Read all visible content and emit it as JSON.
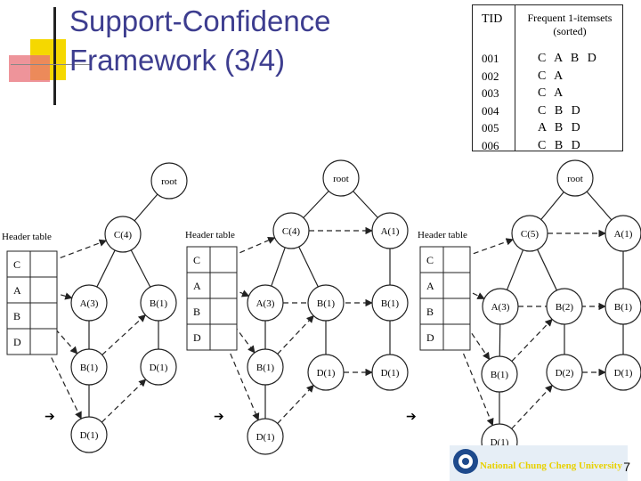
{
  "slide": {
    "title_line1": "Support-Confidence",
    "title_line2": "Framework (3/4)",
    "page_number": "7"
  },
  "tid_table": {
    "col_tid": "TID",
    "col_items_line1": "Frequent 1-itemsets",
    "col_items_line2": "(sorted)",
    "rows": [
      {
        "tid": "001",
        "items": "CABD"
      },
      {
        "tid": "002",
        "items": "CA"
      },
      {
        "tid": "003",
        "items": "CA"
      },
      {
        "tid": "004",
        "items": "CBD"
      },
      {
        "tid": "005",
        "items": "ABD"
      },
      {
        "tid": "006",
        "items": "CBD"
      }
    ]
  },
  "header_table_label": "Header table",
  "header_items": [
    "C",
    "A",
    "B",
    "D"
  ],
  "arrow_glyph": "➔",
  "trees": [
    {
      "root": "root",
      "n_c": "C(4)",
      "n_a": "A(3)",
      "n_b": "B(1)",
      "n_ab": "B(1)",
      "n_abd": "D(1)",
      "n_bd": "D(1)"
    },
    {
      "root": "root",
      "n_c": "C(4)",
      "n_a": "A(3)",
      "n_b": "B(1)",
      "n_ab": "B(1)",
      "n_abd": "D(1)",
      "n_bd": "D(1)",
      "n_ra": "A(1)",
      "n_rab": "B(1)",
      "n_rabd": "D(1)"
    },
    {
      "root": "root",
      "n_c": "C(5)",
      "n_a": "A(3)",
      "n_b": "B(2)",
      "n_ab": "B(1)",
      "n_abd": "D(1)",
      "n_bd": "D(2)",
      "n_ra": "A(1)",
      "n_rab": "B(1)",
      "n_rabd": "D(1)"
    }
  ],
  "footer_logo_text": "National Chung Cheng University",
  "colors": {
    "title": "#3d3d8f",
    "deco_yellow": "#f5d800",
    "deco_red": "#e0505a"
  }
}
